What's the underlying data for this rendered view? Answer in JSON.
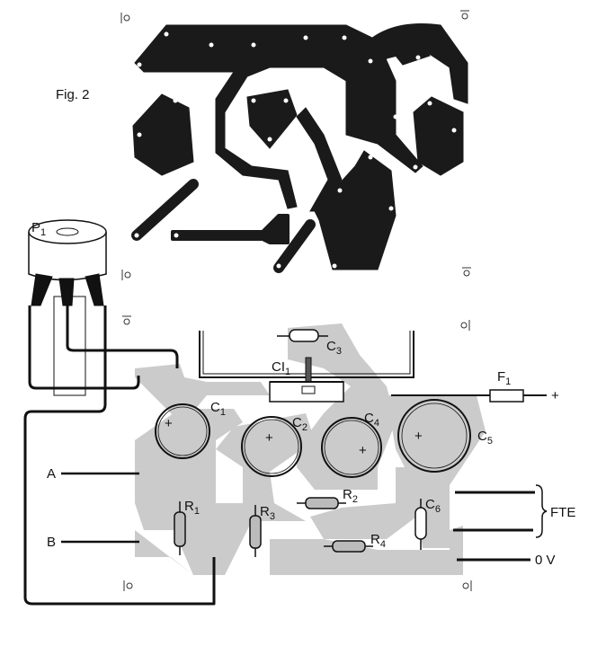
{
  "figure": {
    "label": "Fig. 2"
  },
  "components": {
    "p1": {
      "main": "P",
      "sub": "1"
    },
    "ci1": {
      "main": "CI",
      "sub": "1"
    },
    "c1": {
      "main": "C",
      "sub": "1"
    },
    "c2": {
      "main": "C",
      "sub": "2"
    },
    "c3": {
      "main": "C",
      "sub": "3"
    },
    "c4": {
      "main": "C",
      "sub": "4"
    },
    "c5": {
      "main": "C",
      "sub": "5"
    },
    "c6": {
      "main": "C",
      "sub": "6"
    },
    "r1": {
      "main": "R",
      "sub": "1"
    },
    "r2": {
      "main": "R",
      "sub": "2"
    },
    "r3": {
      "main": "R",
      "sub": "3"
    },
    "r4": {
      "main": "R",
      "sub": "4"
    },
    "f1": {
      "main": "F",
      "sub": "1"
    }
  },
  "terminals": {
    "a": "A",
    "b": "B",
    "plus": "+",
    "fte": "FTE",
    "zero_v": "0 V",
    "cap_plus": "+"
  },
  "colors": {
    "copper": "#1a1a1a",
    "trace_gray": "#c9c9c9",
    "ink": "#111111"
  }
}
